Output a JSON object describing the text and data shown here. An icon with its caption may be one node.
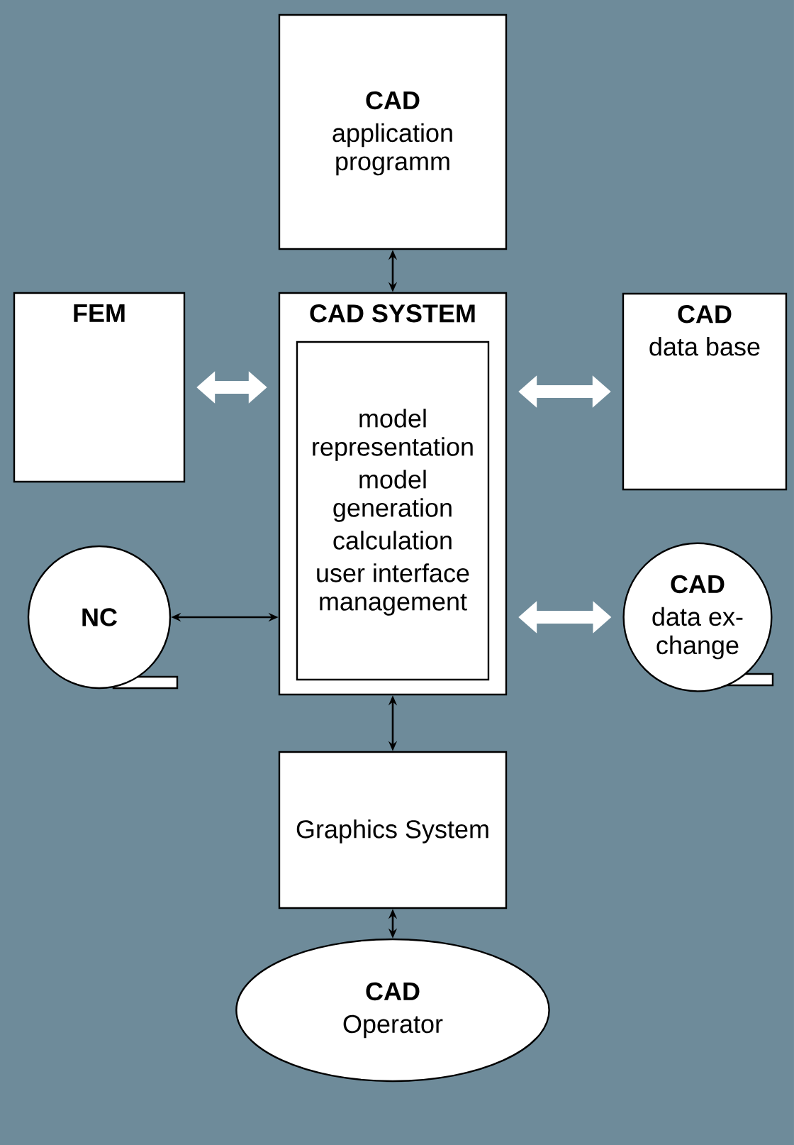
{
  "diagram": {
    "nodes": [
      {
        "text": [
          "CAD",
          "application programm"
        ]
      },
      {
        "text": [
          "FEM"
        ]
      },
      {
        "text": [
          "CAD SYSTEM"
        ]
      },
      {
        "text": [
          "model representation",
          "model generation",
          "calculation",
          "user interface management"
        ],
        "in": 2
      },
      {
        "text": [
          "CAD",
          "data base"
        ]
      },
      {
        "text": [
          "NC"
        ]
      },
      {
        "text": [
          "CAD",
          "data ex- change"
        ]
      },
      {
        "text": [
          "Graphics System"
        ]
      },
      {
        "text": [
          "CAD",
          "Operator"
        ]
      }
    ],
    "edges": [
      {
        "from": 0,
        "to": 2,
        "arrow": "both"
      },
      {
        "from": 1,
        "to": 2,
        "arrow": "both",
        "style": "thick",
        "color": "#ffffff"
      },
      {
        "from": 2,
        "to": 4,
        "arrow": "both",
        "style": "thick",
        "color": "#ffffff"
      },
      {
        "from": 5,
        "to": 2,
        "arrow": "both"
      },
      {
        "from": 2,
        "to": 6,
        "arrow": "both",
        "style": "thick",
        "color": "#ffffff"
      },
      {
        "from": 2,
        "to": 7,
        "arrow": "both"
      },
      {
        "from": 7,
        "to": 8,
        "arrow": "both"
      }
    ]
  }
}
